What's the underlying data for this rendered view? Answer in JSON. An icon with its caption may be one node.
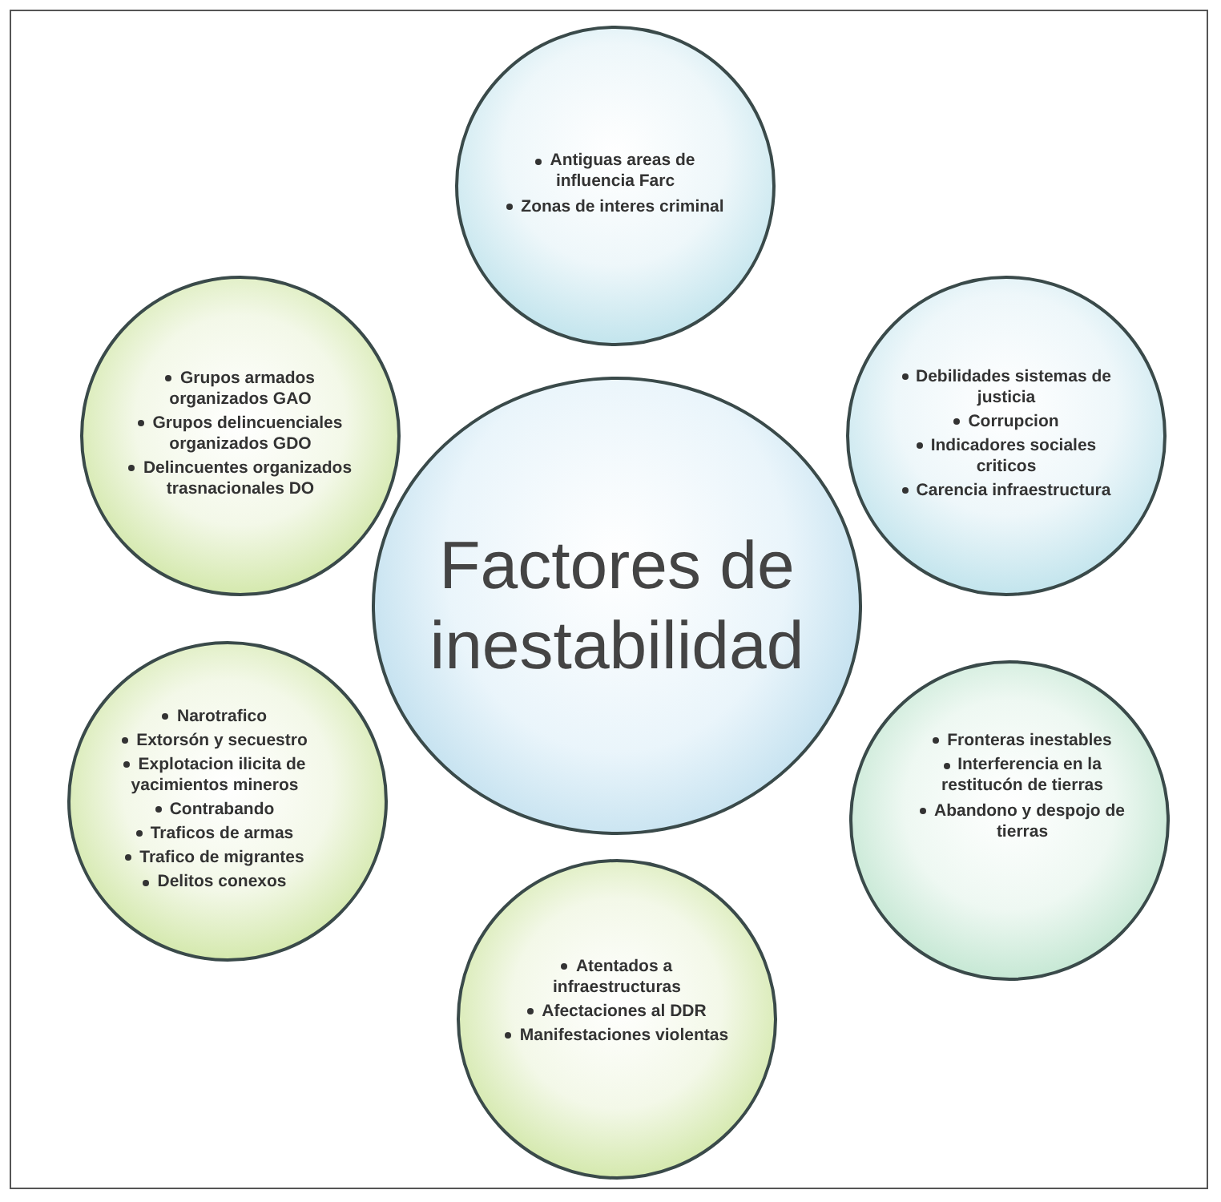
{
  "diagram": {
    "nodes": [
      {
        "text": [
          "Antiguas areas de influencia Farc",
          "Zonas de interes criminal"
        ]
      },
      {
        "text": [
          "Grupos armados organizados GAO",
          "Grupos delincuenciales organizados GDO",
          "Delincuentes organizados trasnacionales DO"
        ]
      },
      {
        "text": [
          "Debilidades sistemas de justicia",
          "Corrupcion",
          "Indicadores sociales criticos",
          "Carencia infraestructura"
        ]
      },
      {
        "text": [
          "Factores de inestabilidad"
        ]
      },
      {
        "text": [
          "Narotrafico",
          "Extorsón y secuestro",
          "Explotacion ilicita de yacimientos mineros",
          "Contrabando",
          "Traficos de armas",
          "Trafico de migrantes",
          "Delitos conexos"
        ]
      },
      {
        "text": [
          "Fronteras inestables",
          "Interferencia en la restitucón de tierras",
          "Abandono y despojo de tierras"
        ]
      },
      {
        "text": [
          "Atentados a infraestructuras",
          "Afectaciones al DDR",
          "Manifestaciones violentas"
        ]
      }
    ]
  }
}
